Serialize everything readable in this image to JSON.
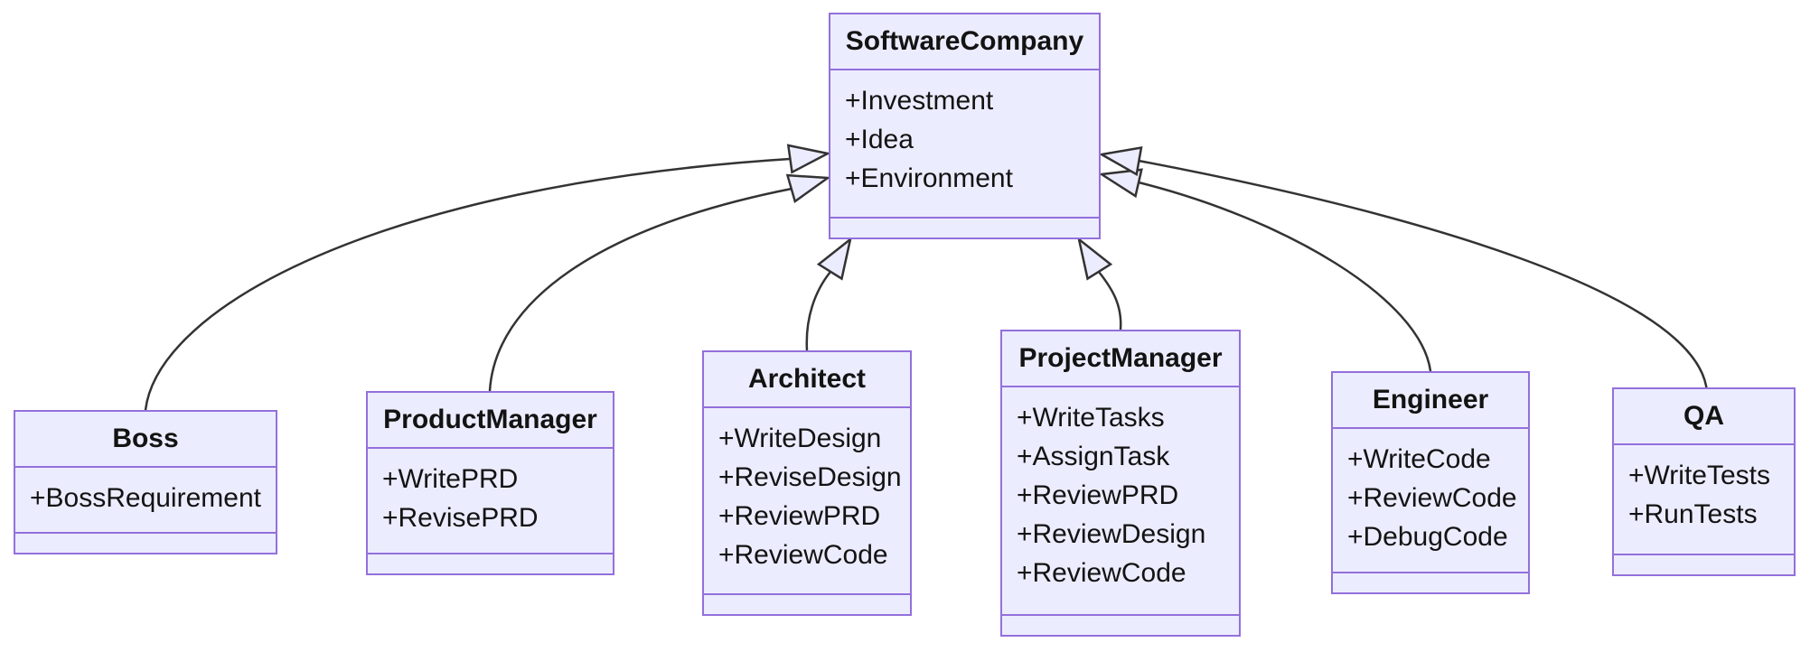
{
  "diagram": {
    "kind": "uml-class-diagram",
    "colors": {
      "node_fill": "#ECECFF",
      "node_border": "#9370DB",
      "edge_color": "#333333",
      "text_color": "#131313",
      "background": "#ffffff"
    },
    "classes": [
      {
        "name": "SoftwareCompany",
        "members": [
          "+Investment",
          "+Idea",
          "+Environment"
        ]
      },
      {
        "name": "Boss",
        "members": [
          "+BossRequirement"
        ]
      },
      {
        "name": "ProductManager",
        "members": [
          "+WritePRD",
          "+RevisePRD"
        ]
      },
      {
        "name": "Architect",
        "members": [
          "+WriteDesign",
          "+ReviseDesign",
          "+ReviewPRD",
          "+ReviewCode"
        ]
      },
      {
        "name": "ProjectManager",
        "members": [
          "+WriteTasks",
          "+AssignTask",
          "+ReviewPRD",
          "+ReviewDesign",
          "+ReviewCode"
        ]
      },
      {
        "name": "Engineer",
        "members": [
          "+WriteCode",
          "+ReviewCode",
          "+DebugCode"
        ]
      },
      {
        "name": "QA",
        "members": [
          "+WriteTests",
          "+RunTests"
        ]
      }
    ],
    "relations": [
      {
        "from": "Boss",
        "to": "SoftwareCompany",
        "type": "inheritance",
        "arrow": "hollow-triangle"
      },
      {
        "from": "ProductManager",
        "to": "SoftwareCompany",
        "type": "inheritance",
        "arrow": "hollow-triangle"
      },
      {
        "from": "Architect",
        "to": "SoftwareCompany",
        "type": "inheritance",
        "arrow": "hollow-triangle"
      },
      {
        "from": "ProjectManager",
        "to": "SoftwareCompany",
        "type": "inheritance",
        "arrow": "hollow-triangle"
      },
      {
        "from": "Engineer",
        "to": "SoftwareCompany",
        "type": "inheritance",
        "arrow": "hollow-triangle"
      },
      {
        "from": "QA",
        "to": "SoftwareCompany",
        "type": "inheritance",
        "arrow": "hollow-triangle"
      }
    ]
  }
}
